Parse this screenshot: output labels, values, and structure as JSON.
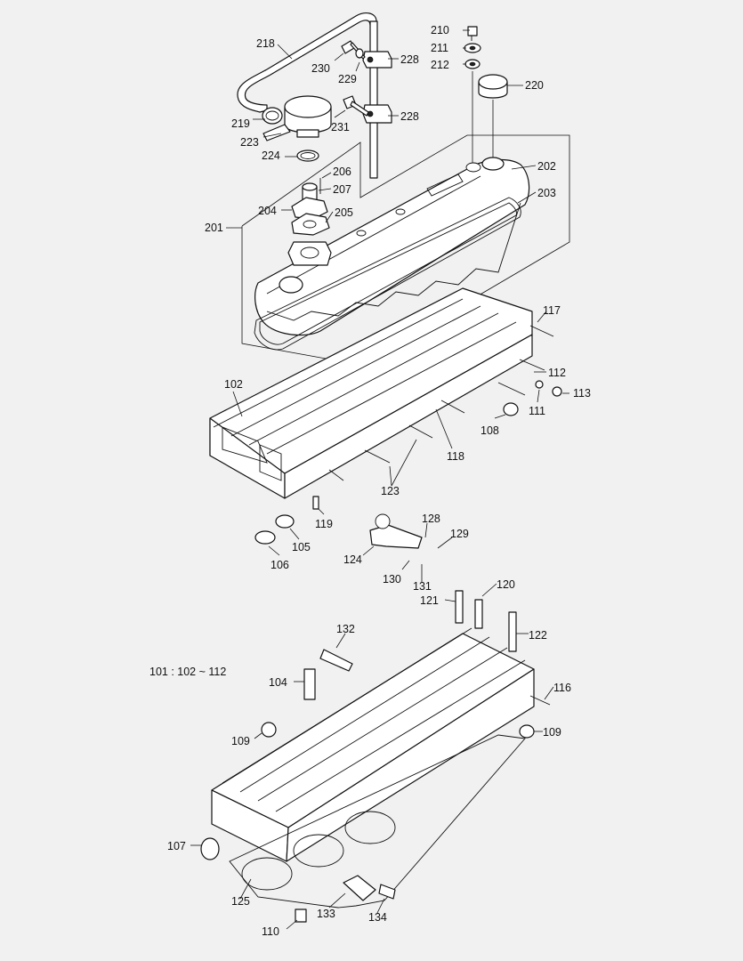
{
  "formula": "101 : 102 ~ 112",
  "labels": [
    {
      "id": "p218",
      "text": "218"
    },
    {
      "id": "p230",
      "text": "230"
    },
    {
      "id": "p229",
      "text": "229"
    },
    {
      "id": "p228a",
      "text": "228"
    },
    {
      "id": "p228b",
      "text": "228"
    },
    {
      "id": "p231",
      "text": "231"
    },
    {
      "id": "p219",
      "text": "219"
    },
    {
      "id": "p223",
      "text": "223"
    },
    {
      "id": "p224",
      "text": "224"
    },
    {
      "id": "p206",
      "text": "206"
    },
    {
      "id": "p207",
      "text": "207"
    },
    {
      "id": "p204",
      "text": "204"
    },
    {
      "id": "p205",
      "text": "205"
    },
    {
      "id": "p201",
      "text": "201"
    },
    {
      "id": "p210",
      "text": "210"
    },
    {
      "id": "p211",
      "text": "211"
    },
    {
      "id": "p212",
      "text": "212"
    },
    {
      "id": "p220",
      "text": "220"
    },
    {
      "id": "p202",
      "text": "202"
    },
    {
      "id": "p203",
      "text": "203"
    },
    {
      "id": "p117",
      "text": "117"
    },
    {
      "id": "p112",
      "text": "112"
    },
    {
      "id": "p111",
      "text": "111"
    },
    {
      "id": "p113",
      "text": "113"
    },
    {
      "id": "p102",
      "text": "102"
    },
    {
      "id": "p108",
      "text": "108"
    },
    {
      "id": "p118",
      "text": "118"
    },
    {
      "id": "p123",
      "text": "123"
    },
    {
      "id": "p119",
      "text": "119"
    },
    {
      "id": "p105",
      "text": "105"
    },
    {
      "id": "p106",
      "text": "106"
    },
    {
      "id": "p128",
      "text": "128"
    },
    {
      "id": "p129",
      "text": "129"
    },
    {
      "id": "p124",
      "text": "124"
    },
    {
      "id": "p130",
      "text": "130"
    },
    {
      "id": "p131",
      "text": "131"
    },
    {
      "id": "p120",
      "text": "120"
    },
    {
      "id": "p121",
      "text": "121"
    },
    {
      "id": "p132",
      "text": "132"
    },
    {
      "id": "p122",
      "text": "122"
    },
    {
      "id": "p104",
      "text": "104"
    },
    {
      "id": "p116",
      "text": "116"
    },
    {
      "id": "p109a",
      "text": "109"
    },
    {
      "id": "p109b",
      "text": "109"
    },
    {
      "id": "p107",
      "text": "107"
    },
    {
      "id": "p125",
      "text": "125"
    },
    {
      "id": "p133",
      "text": "133"
    },
    {
      "id": "p134",
      "text": "134"
    },
    {
      "id": "p110",
      "text": "110"
    }
  ]
}
